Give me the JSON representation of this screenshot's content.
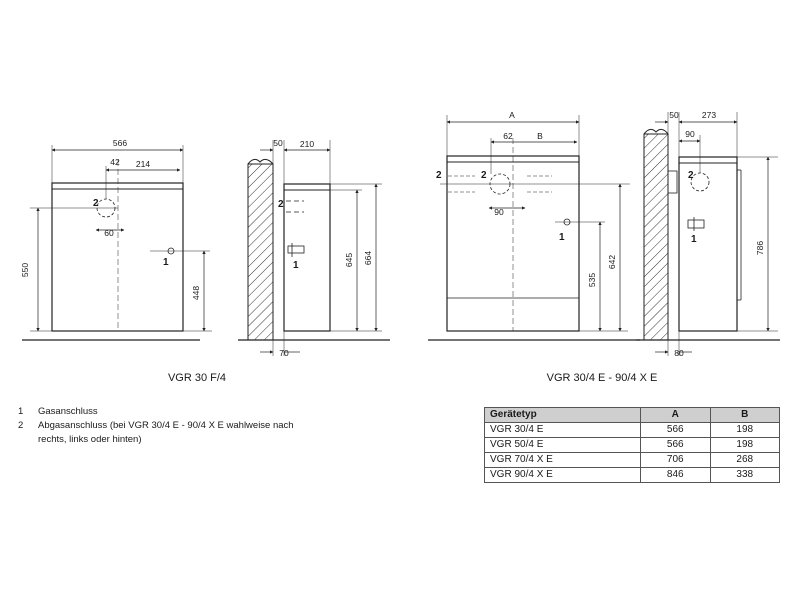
{
  "left_view": {
    "caption": "VGR 30 F/4",
    "dims": {
      "width": "566",
      "offset_a": "42",
      "offset_b": "214",
      "pipe": "60",
      "height_total": "550",
      "gas_height": "448",
      "wall_gap": "50",
      "depth": "210",
      "connector_height": "645",
      "overall_height": "664",
      "bottom_offset": "70"
    },
    "markers": {
      "flue": "2",
      "gas": "1",
      "flue_side": "2",
      "gas_side": "1"
    }
  },
  "right_view": {
    "caption": "VGR 30/4 E - 90/4 X E",
    "dims": {
      "width": "A",
      "offset_a": "62",
      "offset_b": "B",
      "pipe": "90",
      "gas_height": "535",
      "flue_height": "642",
      "wall_gap": "50",
      "depth": "273",
      "pipe_side": "90",
      "overall_height": "786",
      "bottom_offset": "80"
    },
    "markers": {
      "flue_left": "2",
      "flue_center": "2",
      "gas": "1",
      "flue_side": "2",
      "gas_side": "1"
    }
  },
  "legend": [
    {
      "num": "1",
      "text": "Gasanschluss"
    },
    {
      "num": "2",
      "text": "Abgasanschluss (bei VGR 30/4 E - 90/4 X E wahlweise nach rechts, links oder hinten)"
    }
  ],
  "table": {
    "headers": {
      "type": "Gerätetyp",
      "a": "A",
      "b": "B"
    },
    "rows": [
      {
        "type": "VGR 30/4 E",
        "a": "566",
        "b": "198"
      },
      {
        "type": "VGR 50/4 E",
        "a": "566",
        "b": "198"
      },
      {
        "type": "VGR 70/4 X E",
        "a": "706",
        "b": "268"
      },
      {
        "type": "VGR 90/4 X E",
        "a": "846",
        "b": "338"
      }
    ]
  }
}
